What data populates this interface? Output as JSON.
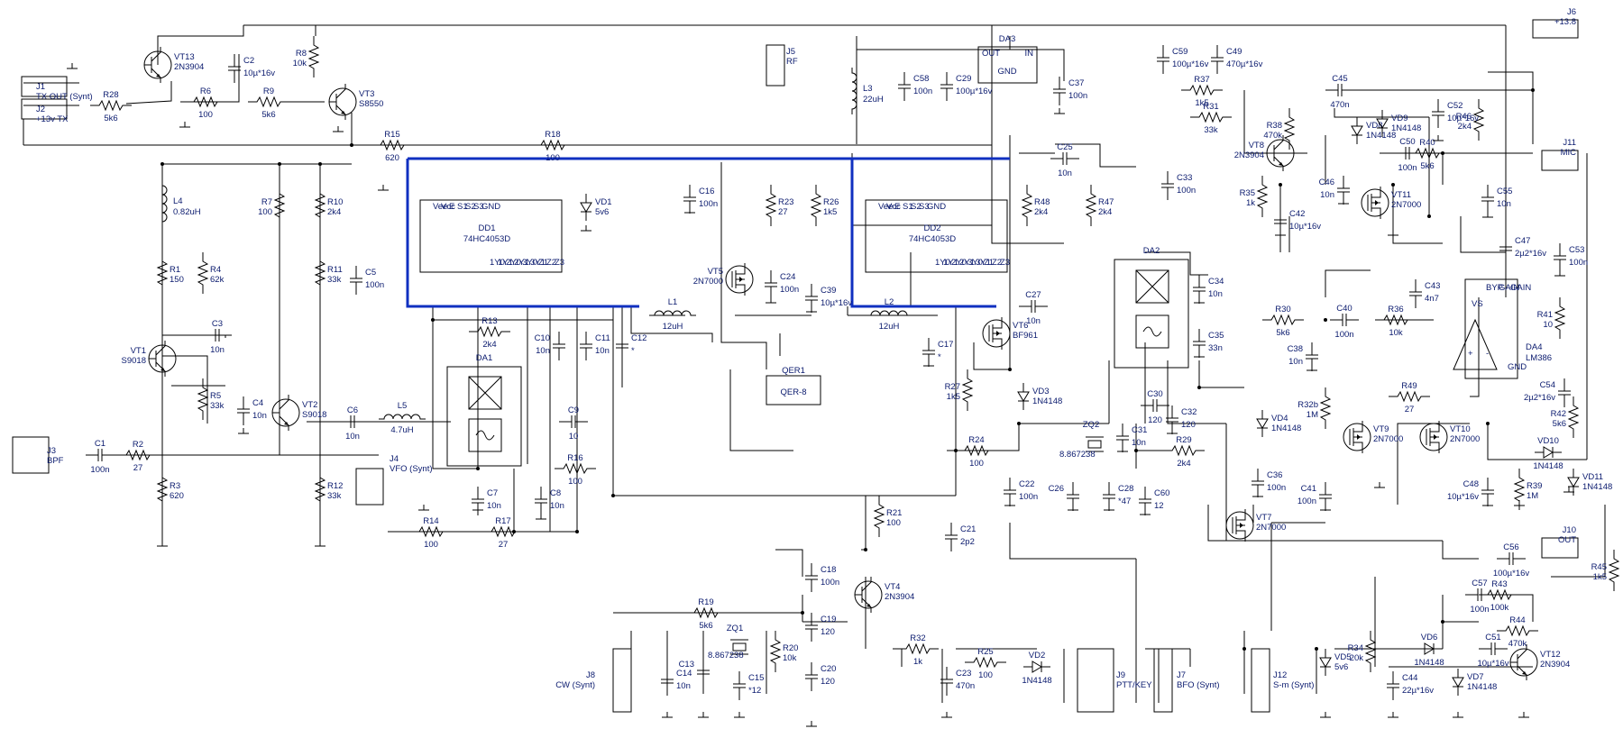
{
  "connectors": {
    "J1": {
      "ref": "J1",
      "label": "TX OUT (Synt)"
    },
    "J2": {
      "ref": "J2",
      "label": "+13v TX"
    },
    "J3": {
      "ref": "J3",
      "label": "BPF"
    },
    "J4": {
      "ref": "J4",
      "label": "VFO (Synt)"
    },
    "J5": {
      "ref": "J5",
      "label": "RF"
    },
    "J6": {
      "ref": "J6",
      "label": "+13.8"
    },
    "J7": {
      "ref": "J7",
      "label": "BFO (Synt)"
    },
    "J8": {
      "ref": "J8",
      "label": "CW (Synt)"
    },
    "J9": {
      "ref": "J9",
      "label": "PTT/KEY"
    },
    "J10": {
      "ref": "J10",
      "label": "OUT"
    },
    "J11": {
      "ref": "J11",
      "label": "MIC"
    },
    "J12": {
      "ref": "J12",
      "label": "S-m (Synt)"
    }
  },
  "ics": {
    "DD1": {
      "ref": "DD1",
      "part": "74HC4053D",
      "pins": [
        "Vee",
        "Vcc",
        "E",
        "S1",
        "S2",
        "S3",
        "GND",
        "1Y0",
        "1Y1",
        "2Y0",
        "2Y1",
        "3Y0",
        "3Y1",
        "Z1",
        "Z2",
        "Z3"
      ]
    },
    "DD2": {
      "ref": "DD2",
      "part": "74HC4053D",
      "pins": [
        "Vee",
        "Vcc",
        "E",
        "S1",
        "S2",
        "S3",
        "GND",
        "1Y0",
        "1Y1",
        "2Y0",
        "2Y1",
        "3Y0",
        "3Y1",
        "Z1",
        "Z2",
        "Z3"
      ]
    },
    "DA1": {
      "ref": "DA1"
    },
    "DA2": {
      "ref": "DA2"
    },
    "DA3": {
      "ref": "DA3",
      "out": "OUT",
      "in": "IN",
      "gnd": "GND"
    },
    "DA4": {
      "ref": "DA4",
      "part": "LM386",
      "pins": [
        "VS",
        "BYP",
        "GAIN",
        "GAIN",
        "GND",
        "+",
        "-"
      ]
    },
    "QER1": {
      "ref": "QER1",
      "part": "QER-8"
    }
  },
  "transistors": [
    {
      "ref": "VT1",
      "part": "S9018"
    },
    {
      "ref": "VT2",
      "part": "S9018"
    },
    {
      "ref": "VT3",
      "part": "S8550"
    },
    {
      "ref": "VT4",
      "part": "2N3904"
    },
    {
      "ref": "VT5",
      "part": "2N7000"
    },
    {
      "ref": "VT6",
      "part": "BF961"
    },
    {
      "ref": "VT7",
      "part": "2N7000"
    },
    {
      "ref": "VT8",
      "part": "2N3904"
    },
    {
      "ref": "VT9",
      "part": "2N7000"
    },
    {
      "ref": "VT10",
      "part": "2N7000"
    },
    {
      "ref": "VT11",
      "part": "2N7000"
    },
    {
      "ref": "VT12",
      "part": "2N3904"
    },
    {
      "ref": "VT13",
      "part": "2N3904"
    }
  ],
  "diodes": [
    {
      "ref": "VD1",
      "part": "5v6"
    },
    {
      "ref": "VD2",
      "part": "1N4148"
    },
    {
      "ref": "VD3",
      "part": "1N4148"
    },
    {
      "ref": "VD4",
      "part": "1N4148"
    },
    {
      "ref": "VD5",
      "part": "5v6"
    },
    {
      "ref": "VD6",
      "part": "1N4148"
    },
    {
      "ref": "VD7",
      "part": "1N4148"
    },
    {
      "ref": "VD8",
      "part": "1N4148"
    },
    {
      "ref": "VD9",
      "part": "1N4148"
    },
    {
      "ref": "VD10",
      "part": "1N4148"
    },
    {
      "ref": "VD11",
      "part": "1N4148"
    }
  ],
  "inductors": [
    {
      "ref": "L1",
      "value": "12uH"
    },
    {
      "ref": "L2",
      "value": "12uH"
    },
    {
      "ref": "L3",
      "value": "22uH"
    },
    {
      "ref": "L4",
      "value": "0.82uH"
    },
    {
      "ref": "L5",
      "value": "4.7uH"
    }
  ],
  "crystals": [
    {
      "ref": "ZQ1",
      "value": "8.867238"
    },
    {
      "ref": "ZQ2",
      "value": "8.867238"
    }
  ],
  "resistors": [
    {
      "ref": "R1",
      "value": "150"
    },
    {
      "ref": "R2",
      "value": "27"
    },
    {
      "ref": "R3",
      "value": "620"
    },
    {
      "ref": "R4",
      "value": "62k"
    },
    {
      "ref": "R5",
      "value": "33k"
    },
    {
      "ref": "R6",
      "value": "100"
    },
    {
      "ref": "R7",
      "value": "100"
    },
    {
      "ref": "R8",
      "value": "10k"
    },
    {
      "ref": "R9",
      "value": "5k6"
    },
    {
      "ref": "R10",
      "value": "2k4"
    },
    {
      "ref": "R11",
      "value": "33k"
    },
    {
      "ref": "R12",
      "value": "33k"
    },
    {
      "ref": "R13",
      "value": "2k4"
    },
    {
      "ref": "R14",
      "value": "100"
    },
    {
      "ref": "R15",
      "value": "620"
    },
    {
      "ref": "R16",
      "value": "100"
    },
    {
      "ref": "R17",
      "value": "27"
    },
    {
      "ref": "R18",
      "value": "100"
    },
    {
      "ref": "R19",
      "value": "5k6"
    },
    {
      "ref": "R20",
      "value": "10k"
    },
    {
      "ref": "R21",
      "value": "100"
    },
    {
      "ref": "R23",
      "value": "27"
    },
    {
      "ref": "R24",
      "value": "100"
    },
    {
      "ref": "R25",
      "value": "100"
    },
    {
      "ref": "R26",
      "value": "1k5"
    },
    {
      "ref": "R27",
      "value": "1k5"
    },
    {
      "ref": "R28",
      "value": "5k6"
    },
    {
      "ref": "R29",
      "value": "2k4"
    },
    {
      "ref": "R30",
      "value": "5k6"
    },
    {
      "ref": "R31",
      "value": "33k"
    },
    {
      "ref": "R32",
      "value": "1k"
    },
    {
      "ref": "R34",
      "value": "20k"
    },
    {
      "ref": "R35",
      "value": "1k"
    },
    {
      "ref": "R36",
      "value": "10k"
    },
    {
      "ref": "R37",
      "value": "1k5"
    },
    {
      "ref": "R38",
      "value": "470k"
    },
    {
      "ref": "R39",
      "value": "1M"
    },
    {
      "ref": "R32b",
      "value": "1M"
    },
    {
      "ref": "R40",
      "value": "5k6"
    },
    {
      "ref": "R41",
      "value": "10"
    },
    {
      "ref": "R42",
      "value": "5k6"
    },
    {
      "ref": "R43",
      "value": "100k"
    },
    {
      "ref": "R44",
      "value": "470k"
    },
    {
      "ref": "R45",
      "value": "1k5"
    },
    {
      "ref": "R46",
      "value": "2k4"
    },
    {
      "ref": "R47",
      "value": "2k4"
    },
    {
      "ref": "R48",
      "value": "2k4"
    },
    {
      "ref": "R49",
      "value": "27"
    }
  ],
  "capacitors": [
    {
      "ref": "C1",
      "value": "100n"
    },
    {
      "ref": "C2",
      "value": "10µ*16v"
    },
    {
      "ref": "C3",
      "value": "10n"
    },
    {
      "ref": "C4",
      "value": "10n"
    },
    {
      "ref": "C5",
      "value": "100n"
    },
    {
      "ref": "C6",
      "value": "10n"
    },
    {
      "ref": "C7",
      "value": "10n"
    },
    {
      "ref": "C8",
      "value": "10n"
    },
    {
      "ref": "C9",
      "value": "10"
    },
    {
      "ref": "C10",
      "value": "10n"
    },
    {
      "ref": "C11",
      "value": "10n"
    },
    {
      "ref": "C12",
      "value": "*"
    },
    {
      "ref": "C13",
      "value": ""
    },
    {
      "ref": "C14",
      "value": "10n"
    },
    {
      "ref": "C15",
      "value": "*12"
    },
    {
      "ref": "C16",
      "value": "100n"
    },
    {
      "ref": "C17",
      "value": "*"
    },
    {
      "ref": "C18",
      "value": "100n"
    },
    {
      "ref": "C19",
      "value": "120"
    },
    {
      "ref": "C20",
      "value": "120"
    },
    {
      "ref": "C21",
      "value": "2p2"
    },
    {
      "ref": "C22",
      "value": "100n"
    },
    {
      "ref": "C23",
      "value": "470n"
    },
    {
      "ref": "C24",
      "value": "100n"
    },
    {
      "ref": "C25",
      "value": "10n"
    },
    {
      "ref": "C26",
      "value": ""
    },
    {
      "ref": "C27",
      "value": "10n"
    },
    {
      "ref": "C28",
      "value": "*47"
    },
    {
      "ref": "C29",
      "value": "100µ*16v"
    },
    {
      "ref": "C30",
      "value": "120"
    },
    {
      "ref": "C31",
      "value": "10n"
    },
    {
      "ref": "C32",
      "value": "120"
    },
    {
      "ref": "C33",
      "value": "100n"
    },
    {
      "ref": "C34",
      "value": "10n"
    },
    {
      "ref": "C35",
      "value": "33n"
    },
    {
      "ref": "C36",
      "value": "100n"
    },
    {
      "ref": "C37",
      "value": "100n"
    },
    {
      "ref": "C38",
      "value": "10n"
    },
    {
      "ref": "C39",
      "value": "10µ*16v"
    },
    {
      "ref": "C40",
      "value": "100n"
    },
    {
      "ref": "C41",
      "value": "100n"
    },
    {
      "ref": "C42",
      "value": "10µ*16v"
    },
    {
      "ref": "C43",
      "value": "4n7"
    },
    {
      "ref": "C44",
      "value": "22µ*16v"
    },
    {
      "ref": "C45",
      "value": "470n"
    },
    {
      "ref": "C46",
      "value": "10n"
    },
    {
      "ref": "C47",
      "value": "2µ2*16v"
    },
    {
      "ref": "C48",
      "value": "10µ*16v"
    },
    {
      "ref": "C49",
      "value": "470µ*16v"
    },
    {
      "ref": "C50",
      "value": "100n"
    },
    {
      "ref": "C51",
      "value": "10µ*16v"
    },
    {
      "ref": "C52",
      "value": "10µ*16v"
    },
    {
      "ref": "C53",
      "value": "100n"
    },
    {
      "ref": "C54",
      "value": "2µ2*16v"
    },
    {
      "ref": "C55",
      "value": "10n"
    },
    {
      "ref": "C56",
      "value": "100µ*16v"
    },
    {
      "ref": "C57",
      "value": "100n"
    },
    {
      "ref": "C58",
      "value": "100n"
    },
    {
      "ref": "C59",
      "value": "100µ*16v"
    },
    {
      "ref": "C60",
      "value": "12"
    }
  ]
}
